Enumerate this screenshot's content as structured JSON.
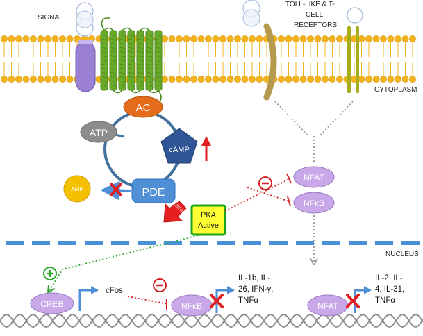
{
  "labels": {
    "signal": "SIGNAL",
    "toll_line1": "TOLL-LIKE & T-",
    "toll_line2": "CELL",
    "toll_line3": "RECEPTORS",
    "cytoplasm": "CYTOPLASM",
    "nucleus": "NUCLEUS"
  },
  "nodes": {
    "ac": "AC",
    "atp": "ATP",
    "camp": "cAMP",
    "pde": "PDE",
    "amp": "AMP",
    "inhibitor": "inhibitor",
    "pka_line1": "PKA",
    "pka_line2": "Active",
    "nfat_cyto": "NFAT",
    "nfkb_cyto": "NFκB",
    "creb": "CREB",
    "cfos": "cFos",
    "nfkb_nuc": "NFκB",
    "nfat_nuc": "NFAT"
  },
  "genes": {
    "nfkb_targets": [
      "IL-1b, IL-",
      "26, IFN-γ,",
      "TNFα"
    ],
    "nfat_targets": [
      "IL-2, IL-",
      "4, IL-31,",
      "TNFα"
    ]
  },
  "signs": {
    "plus": "+",
    "minus": "−"
  },
  "colors": {
    "lipid_head": "#f2b31c",
    "ac": "#e46c1b",
    "camp": "#2f5597",
    "pde": "#4f8fd6",
    "amp": "#f5c000",
    "pka_fill": "#ffff33",
    "pka_border": "#1aa51a",
    "factor": "#c8a8e8",
    "inhibit_red": "#d62020",
    "activate_green": "#2eaa2e",
    "nucleus_line": "#4a90d9",
    "receptor_green": "#6aaa2a",
    "signal_receptor": "#9b7fd4",
    "toll_receptor": "#b59a4e",
    "tcell_receptor": "#a8ad1a"
  }
}
